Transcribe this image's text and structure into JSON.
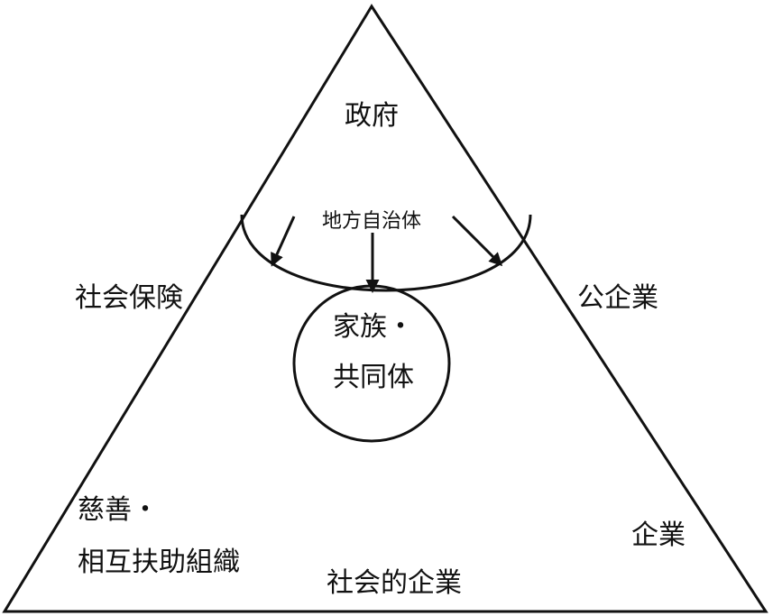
{
  "labels": {
    "government": "政府",
    "local_government": "地方自治体",
    "social_insurance": "社会保険",
    "public_enterprise": "公企業",
    "family_line1": "家族・",
    "family_line2": "共同体",
    "charity_line1": "慈善・",
    "charity_line2": "相互扶助組織",
    "enterprise": "企業",
    "social_enterprise": "社会的企業"
  },
  "colors": {
    "stroke": "#111111",
    "background": "#ffffff"
  }
}
